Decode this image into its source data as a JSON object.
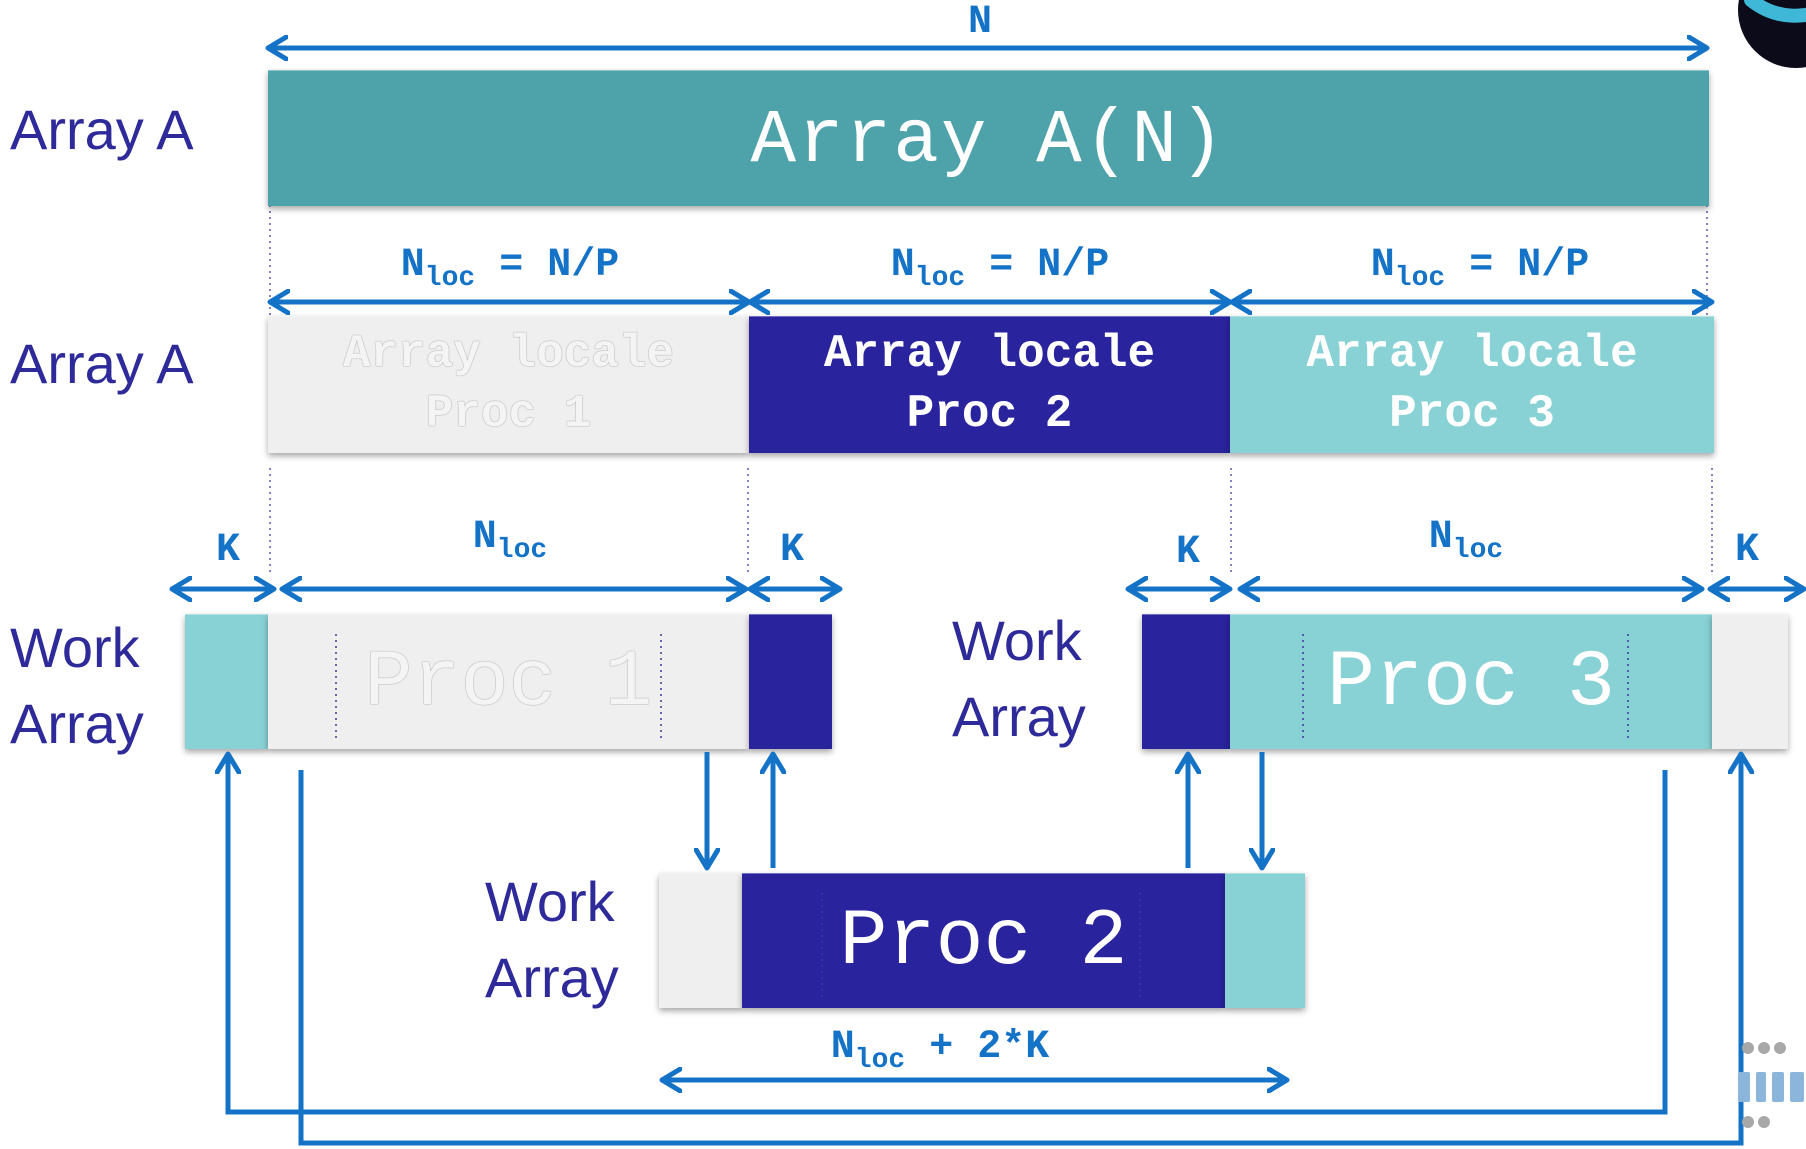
{
  "labels": {
    "array_a_top": "Array A",
    "array_a_mid": "Array A",
    "work_array_1_line1": "Work",
    "work_array_1_line2": "Array",
    "work_array_3_line1": "Work",
    "work_array_3_line2": "Array",
    "work_array_2_line1": "Work",
    "work_array_2_line2": "Array"
  },
  "dimensions": {
    "n": "N",
    "nloc_eq": {
      "base": "N",
      "sub": "loc",
      "rest": " = N/P"
    },
    "k": "K",
    "nloc": {
      "base": "N",
      "sub": "loc"
    },
    "nloc_2k": {
      "base": "N",
      "sub": "loc",
      "rest": " + 2*K"
    }
  },
  "blocks": {
    "array_a_n": "Array A(N)",
    "local_1_line1": "Array locale",
    "local_1_line2": "Proc 1",
    "local_2_line1": "Array locale",
    "local_2_line2": "Proc 2",
    "local_3_line1": "Array locale",
    "local_3_line2": "Proc 3",
    "proc1": "Proc 1",
    "proc2": "Proc 2",
    "proc3": "Proc 3"
  },
  "colors": {
    "arrow": "#1473c6",
    "label_text": "#2e2a9a",
    "teal_dark": "#4ea3ab",
    "teal_light": "#88d1d4",
    "gray_light": "#efefef",
    "navy": "#2a239e"
  },
  "icons": {
    "logo_top": "decorative-logo-icon",
    "logo_bottom": "cineca-logo-icon"
  }
}
